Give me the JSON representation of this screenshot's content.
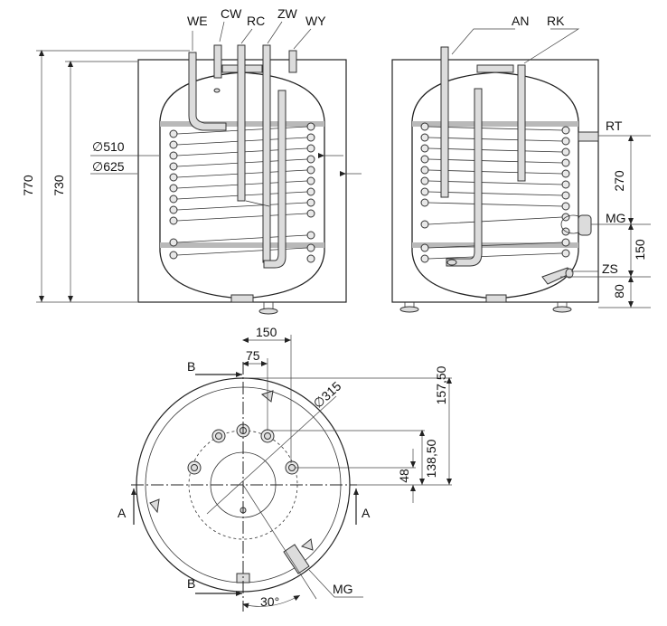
{
  "labels": {
    "front": {
      "we": "WE",
      "cw": "CW",
      "rc": "RC",
      "zw": "ZW",
      "wy": "WY"
    },
    "side": {
      "an": "AN",
      "rk": "RK",
      "rt": "RT",
      "mg": "MG",
      "zs": "ZS"
    },
    "bottom": {
      "b_top": "B",
      "b_bottom": "B",
      "a_left": "A",
      "a_right": "A",
      "mg": "MG"
    }
  },
  "dimensions": {
    "front": {
      "height_770": "770",
      "height_730": "730",
      "dia_510": "510",
      "dia_625": "625"
    },
    "side": {
      "d270": "270",
      "d150": "150",
      "d80": "80"
    },
    "bottom": {
      "d150": "150",
      "d75": "75",
      "dia_315": "315",
      "d157_50": "157,50",
      "d138_50": "138,50",
      "d48": "48",
      "angle_30": "30°"
    }
  },
  "symbols": {
    "diameter": "∅"
  }
}
